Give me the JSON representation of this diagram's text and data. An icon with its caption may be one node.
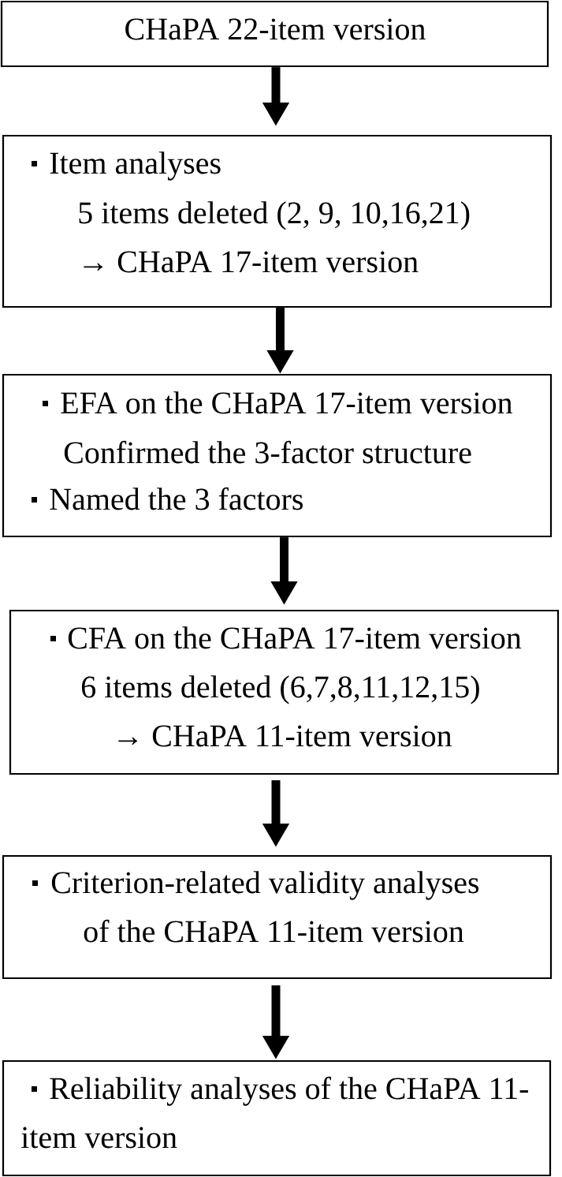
{
  "diagram": {
    "nodes": [
      {
        "text": [
          "CHaPA 22-item version"
        ]
      },
      {
        "text": [
          "Item analyses",
          "5 items deleted (2, 9, 10,16,21)",
          "→ CHaPA 17-item version"
        ]
      },
      {
        "text": [
          "EFA on the CHaPA 17-item version",
          "Confirmed the 3-factor structure",
          "Named the 3 factors"
        ]
      },
      {
        "text": [
          "CFA on the CHaPA 17-item version",
          "6 items deleted (6,7,8,11,12,15)",
          "→ CHaPA 11-item version"
        ]
      },
      {
        "text": [
          "Criterion-related validity analyses of the CHaPA 11-item version"
        ]
      },
      {
        "text": [
          "Reliability analyses of the CHaPA 11-item version"
        ]
      }
    ],
    "edges": [
      {
        "from": 0,
        "to": 1,
        "arrow": "to"
      },
      {
        "from": 1,
        "to": 2,
        "arrow": "to"
      },
      {
        "from": 2,
        "to": 3,
        "arrow": "to"
      },
      {
        "from": 3,
        "to": 4,
        "arrow": "to"
      },
      {
        "from": 4,
        "to": 5,
        "arrow": "to"
      }
    ]
  }
}
